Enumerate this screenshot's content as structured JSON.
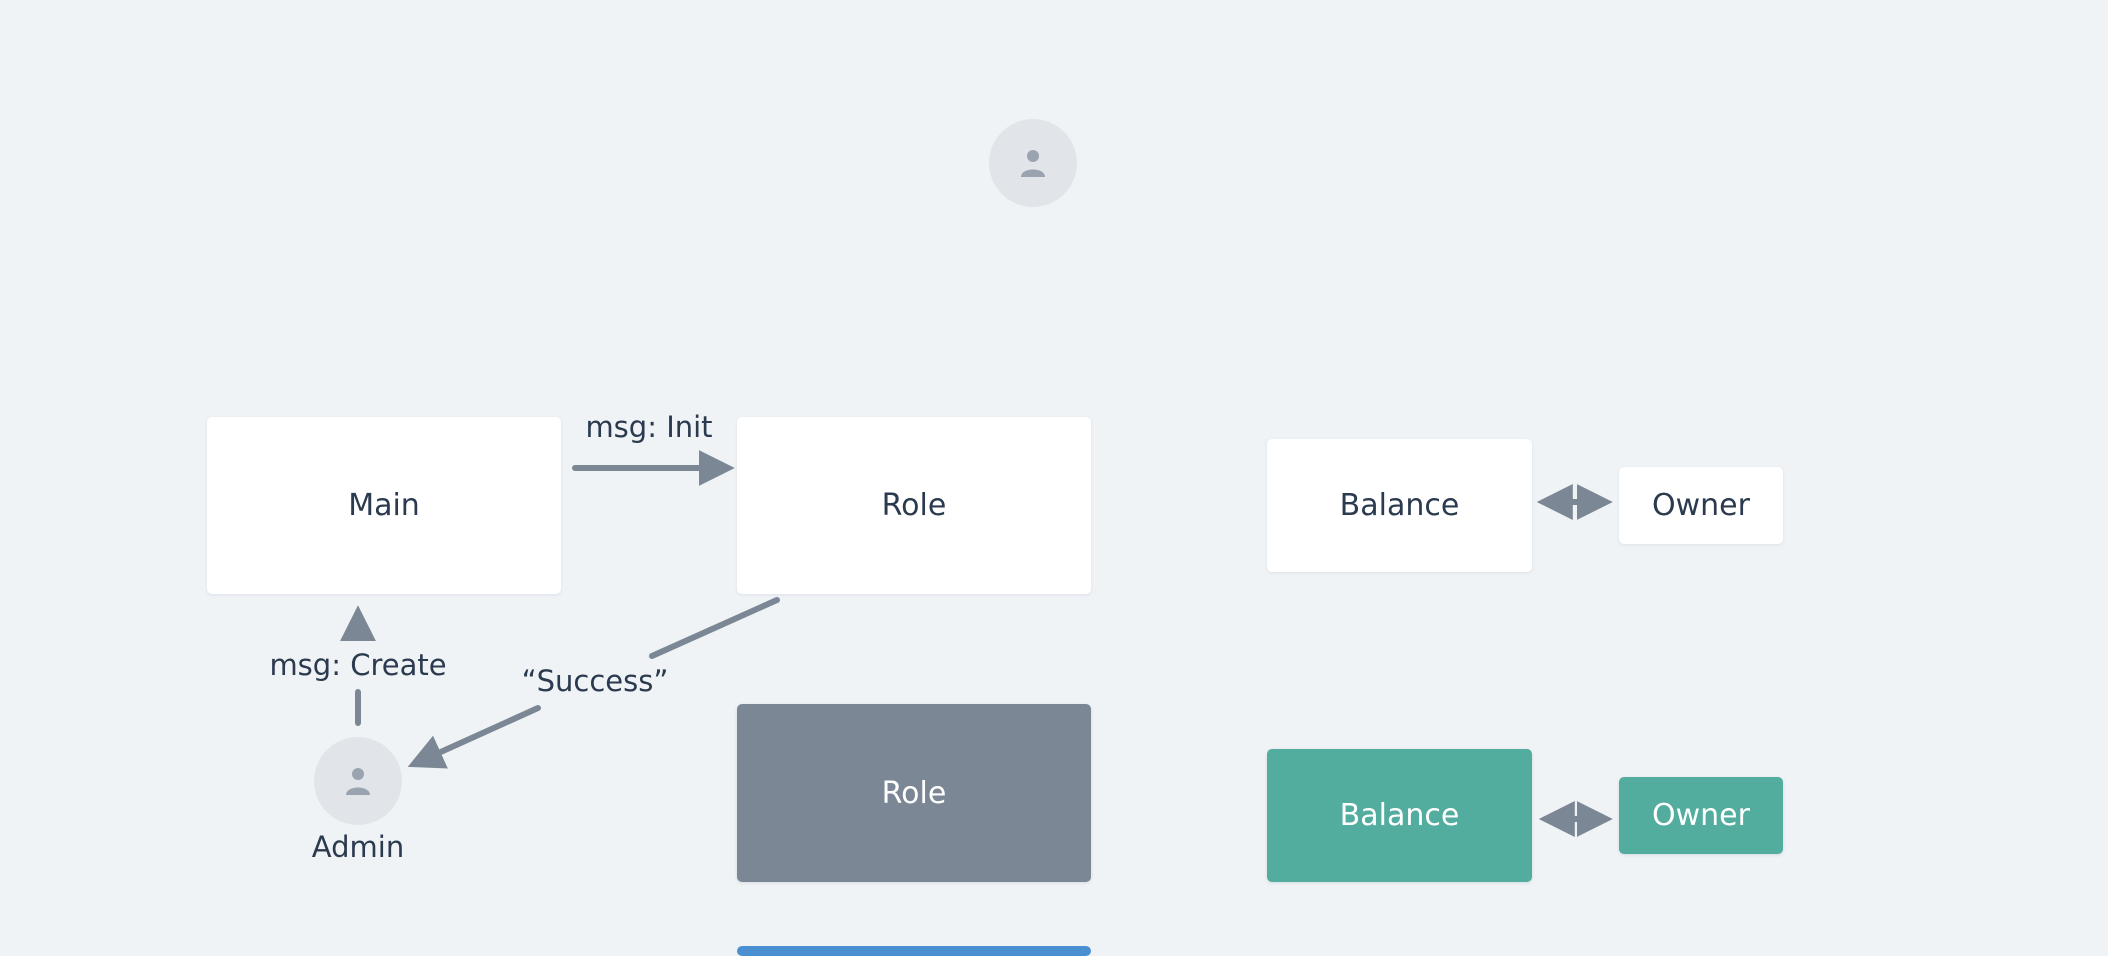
{
  "nodes": {
    "main": "Main",
    "role_top": "Role",
    "role_bottom": "Role",
    "balance_top": "Balance",
    "owner_top": "Owner",
    "balance_bottom": "Balance",
    "owner_bottom": "Owner",
    "admin_label": "Admin"
  },
  "edges": {
    "init": "msg: Init",
    "create": "msg: Create",
    "success": "“Success”"
  },
  "colors": {
    "background": "#eff3f6",
    "box_white": "#ffffff",
    "box_gray": "#7b8794",
    "box_teal": "#52ad9f",
    "box_blue": "#4a8fd2",
    "arrow": "#7b8794",
    "avatar_bg": "#e1e5ea",
    "avatar_icon": "#9aa4b0",
    "text": "#2b3a4e"
  },
  "icons": {
    "top_avatar": "person-icon",
    "admin_avatar": "person-icon"
  }
}
